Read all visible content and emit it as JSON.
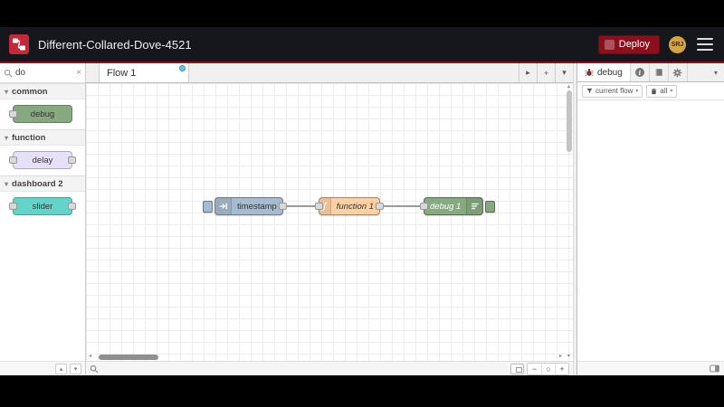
{
  "header": {
    "title": "Different-Collared-Dove-4521",
    "deploy_label": "Deploy",
    "avatar_initials": "SRJ"
  },
  "palette": {
    "search_value": "do",
    "categories": [
      {
        "label": "common",
        "nodes": [
          {
            "label": "debug",
            "color": "#87a980"
          }
        ]
      },
      {
        "label": "function",
        "nodes": [
          {
            "label": "delay",
            "color": "#e6e0f8"
          }
        ]
      },
      {
        "label": "dashboard 2",
        "nodes": [
          {
            "label": "slider",
            "color": "#64d4c8"
          }
        ]
      }
    ]
  },
  "workspace": {
    "tab_label": "Flow 1",
    "nodes": [
      {
        "label": "timestamp",
        "color": "#a6bbcf",
        "type": "inject"
      },
      {
        "label": "function 1",
        "color": "#fdd0a2",
        "type": "function"
      },
      {
        "label": "debug 1",
        "color": "#87a980",
        "type": "debug"
      }
    ]
  },
  "sidebar": {
    "debug_tab_label": "debug",
    "filter_flow_label": "current flow",
    "filter_all_label": "all"
  },
  "icons": {
    "close": "×",
    "caret_down": "▾",
    "caret_up": "▴",
    "chevron_right": "▸",
    "chevron_left": "◂",
    "plus": "+",
    "minus": "−",
    "zoom_reset": "○",
    "info": "i",
    "function_glyph": "ƒ"
  },
  "colors": {
    "accent_red": "#8C101C",
    "header_bg": "#16161d",
    "avatar_gold": "#d7a442",
    "unsaved_dot": "#6fc5e0"
  }
}
